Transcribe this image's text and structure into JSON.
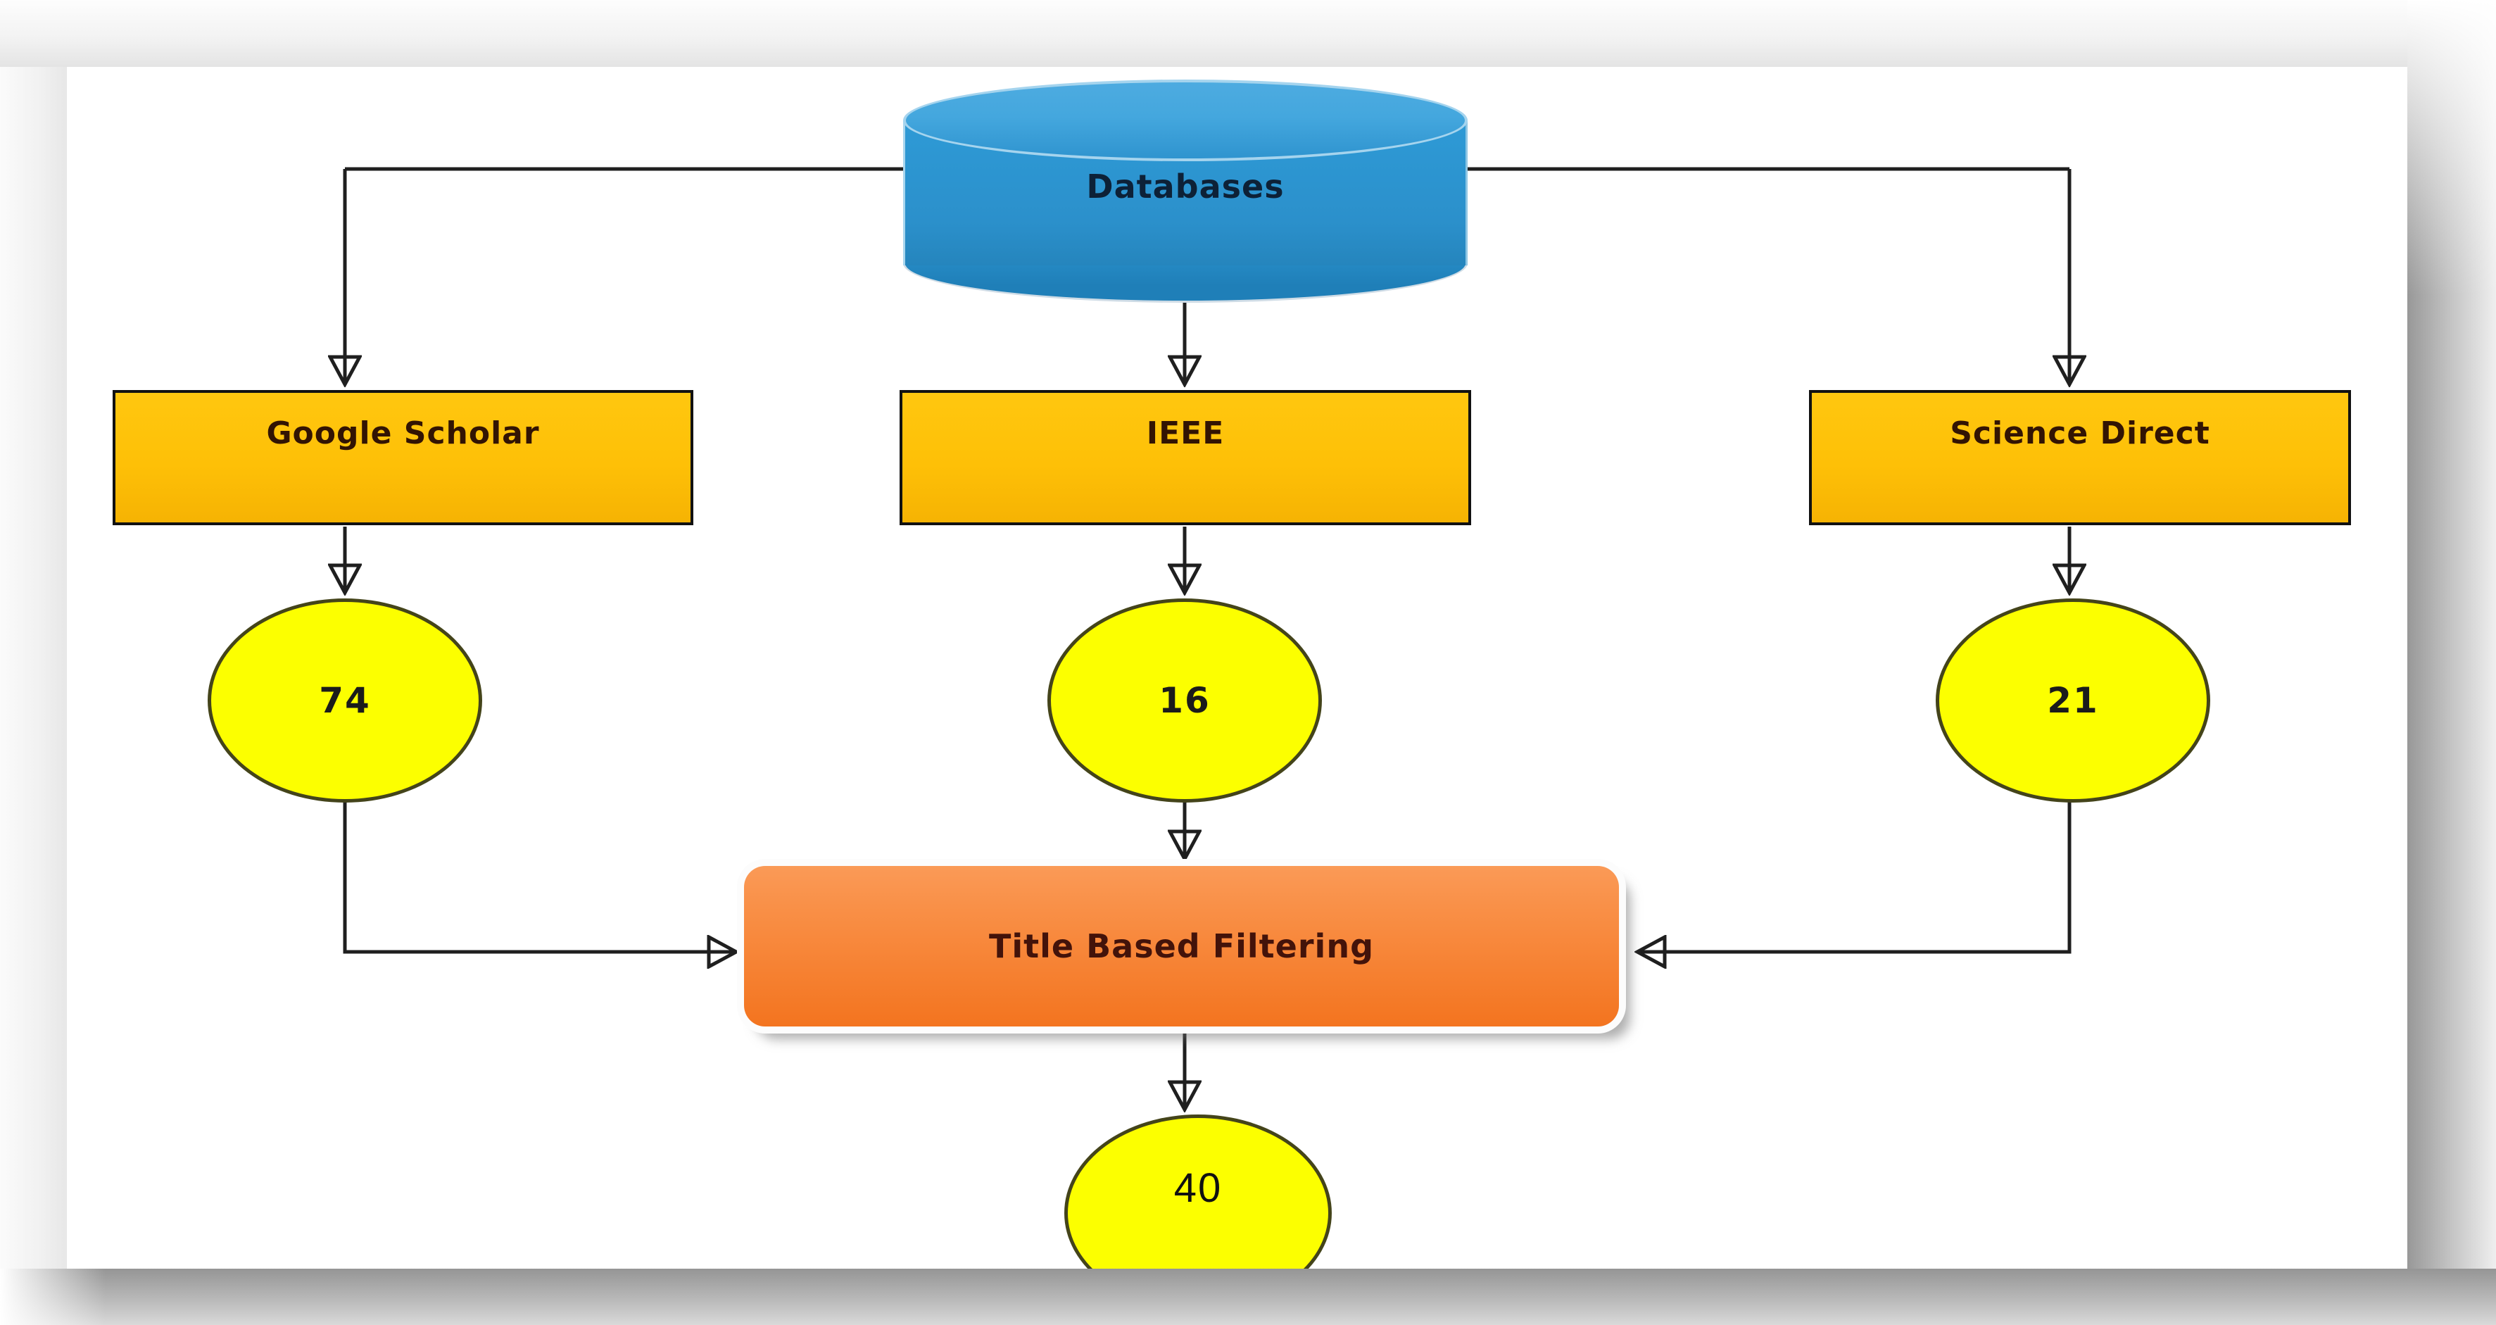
{
  "colors": {
    "cylinder_blue": "#2E9AD6",
    "cylinder_blue_light": "#44A7DE",
    "cylinder_blue_dark": "#1F7FB8",
    "box_amber": "#FEC007",
    "box_border": "#111111",
    "node_text": "#321403",
    "database_text": "#0D2137",
    "circle_yellow": "#FCFF00",
    "circle_border": "#44441A",
    "number_text": "#1B1B1B",
    "filter_orange_top": "#F98F46",
    "filter_orange_bottom": "#F3741F",
    "filter_text": "#43130A",
    "connector": "#1F1F1F"
  },
  "diagram": {
    "database": {
      "label": "Databases"
    },
    "sources": [
      {
        "label": "Google Scholar",
        "count": "74"
      },
      {
        "label": "IEEE",
        "count": "16"
      },
      {
        "label": "Science Direct",
        "count": "21"
      }
    ],
    "filter": {
      "label": "Title Based Filtering",
      "result_count": "40"
    }
  }
}
